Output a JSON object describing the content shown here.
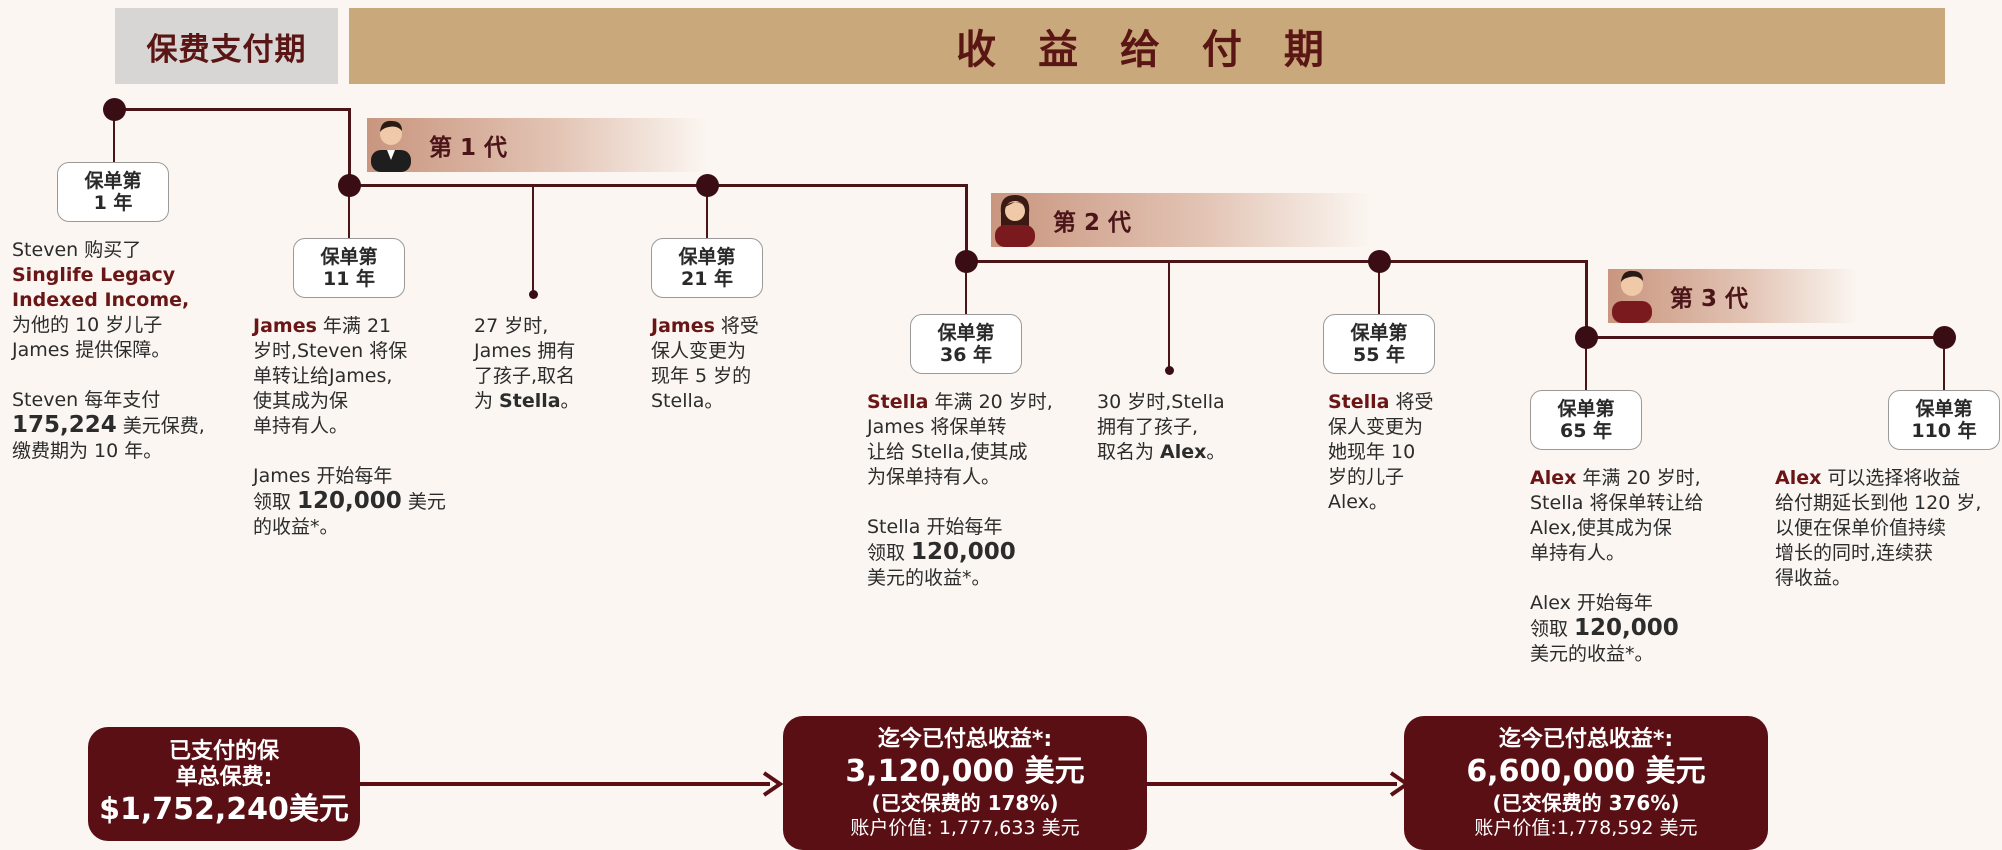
{
  "header": {
    "payment_period": "保费支付期",
    "income_period": "收 益 给 付 期"
  },
  "generations": {
    "g1": "第 1 代",
    "g2": "第 2 代",
    "g3": "第 3 代"
  },
  "years": {
    "y1": {
      "l1": "保单第",
      "l2": "1 年"
    },
    "y11": {
      "l1": "保单第",
      "l2": "11 年"
    },
    "y21": {
      "l1": "保单第",
      "l2": "21 年"
    },
    "y36": {
      "l1": "保单第",
      "l2": "36 年"
    },
    "y55": {
      "l1": "保单第",
      "l2": "55 年"
    },
    "y65": {
      "l1": "保单第",
      "l2": "65 年"
    },
    "y110": {
      "l1": "保单第",
      "l2": "110 年"
    }
  },
  "notes": {
    "n1": {
      "a": "Steven 购买了",
      "b": "Singlife Legacy",
      "c": "Indexed Income,",
      "d": "为他的 10 岁儿子",
      "e": "James 提供保障。",
      "f": "Steven 每年支付",
      "g": "175,224",
      "h": " 美元保费,",
      "i": "缴费期为 10 年。"
    },
    "n2": {
      "name": "James",
      "a": " 年满 21",
      "b": "岁时,Steven 将保",
      "c": "单转让给James,",
      "d": "使其成为保",
      "e": "单持有人。",
      "f": "James 开始每年",
      "g": "领取 ",
      "h": "120,000",
      "i": " 美元",
      "j": "的收益*。"
    },
    "n3": {
      "a": "27 岁时,",
      "b": "James 拥有",
      "c": "了孩子,取名",
      "d": "为 ",
      "name": "Stella",
      "e": "。"
    },
    "n4": {
      "name": "James",
      "a": " 将受",
      "b": "保人变更为",
      "c": "现年 5 岁的",
      "d": "Stella。"
    },
    "n5": {
      "name": "Stella",
      "a": " 年满 20 岁时,",
      "b": "James 将保单转",
      "c": "让给 Stella,使其成",
      "d": "为保单持有人。",
      "e": "Stella 开始每年",
      "f": "领取 ",
      "g": "120,000",
      "h": "美元的收益*。"
    },
    "n6": {
      "a": "30 岁时,Stella",
      "b": "拥有了孩子,",
      "c": "取名为 ",
      "name": "Alex",
      "d": "。"
    },
    "n7": {
      "name": "Stella",
      "a": " 将受",
      "b": "保人变更为",
      "c": "她现年 10",
      "d": "岁的儿子",
      "e": "Alex。"
    },
    "n8": {
      "name": "Alex",
      "a": " 年满 20 岁时,",
      "b": "Stella 将保单转让给",
      "c": "Alex,使其成为保",
      "d": "单持有人。",
      "e": "Alex 开始每年",
      "f": "领取 ",
      "g": "120,000",
      "h": "美元的收益*。"
    },
    "n9": {
      "name": "Alex",
      "a": " 可以选择将收益",
      "b": "给付期延长到他 120 岁,",
      "c": "以便在保单价值持续",
      "d": "增长的同时,连续获",
      "e": "得收益。"
    }
  },
  "summary": {
    "s1": {
      "l1": "已支付的保",
      "l2": "单总保费:",
      "l3": "$1,752,240美元"
    },
    "s2": {
      "l1": "迄今已付总收益*:",
      "l2": "3,120,000 美元",
      "l3": "(已交保费的 178%)",
      "l4": "账户价值: 1,777,633 美元"
    },
    "s3": {
      "l1": "迄今已付总收益*:",
      "l2": "6,600,000 美元",
      "l3": "(已交保费的 376%)",
      "l4": "账户价值:1,778,592 美元"
    }
  },
  "colors": {
    "header_gray": "#d8d6d4",
    "header_gold": "#c9a87b",
    "maroon": "#5a0f14",
    "accent_text": "#6a1616",
    "background": "#fbf6f1"
  }
}
